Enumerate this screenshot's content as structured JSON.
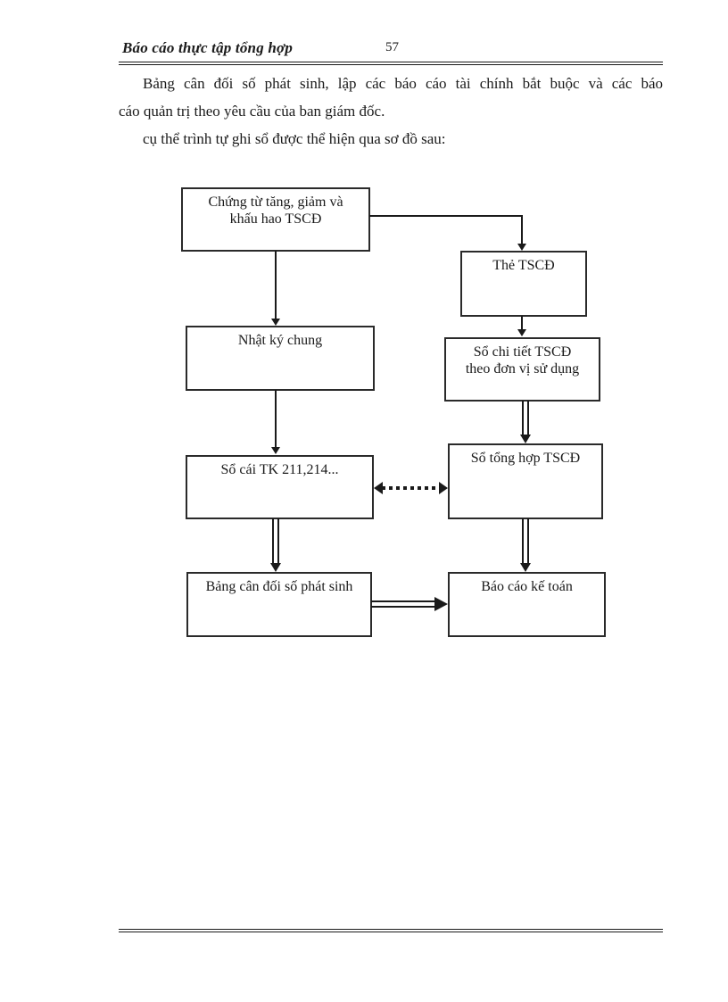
{
  "header": {
    "title": "Báo cáo thực tập tổng hợp",
    "page_number": "57"
  },
  "body": {
    "p1_line1": "Bảng cân đối số phát sinh, lập các báo cáo tài chính bắt buộc và các báo",
    "p1_line2": "cáo quản trị theo yêu cầu của ban giám đốc.",
    "p2": "cụ thể trình tự ghi sổ được thể hiện qua sơ đồ sau:"
  },
  "diagram": {
    "boxes": [
      {
        "id": "chung-tu-tang-giam-khau-hao-tscd",
        "label": "Chứng từ tăng, giảm  và\nkhấu hao TSCĐ"
      },
      {
        "id": "the-tscd",
        "label": "Thẻ TSCĐ"
      },
      {
        "id": "nhat-ky-chung",
        "label": "Nhật ký chung"
      },
      {
        "id": "so-chi-tiet-tscd-theo-don-vi-su-dung",
        "label": "Sổ chi tiết TSCĐ\ntheo đơn vị sử dụng"
      },
      {
        "id": "so-cai-tk-211-214",
        "label": "Sổ cái TK 211,214..."
      },
      {
        "id": "so-tong-hop-tscd",
        "label": "Sổ tổng hợp TSCĐ"
      },
      {
        "id": "bang-can-doi-so-phat-sinh",
        "label": "Bảng cân đối số phát sinh"
      },
      {
        "id": "bao-cao-ke-toan",
        "label": "Báo cáo kế toán"
      }
    ]
  },
  "colors": {
    "ink": "#1a1a1a",
    "paper": "#ffffff"
  }
}
